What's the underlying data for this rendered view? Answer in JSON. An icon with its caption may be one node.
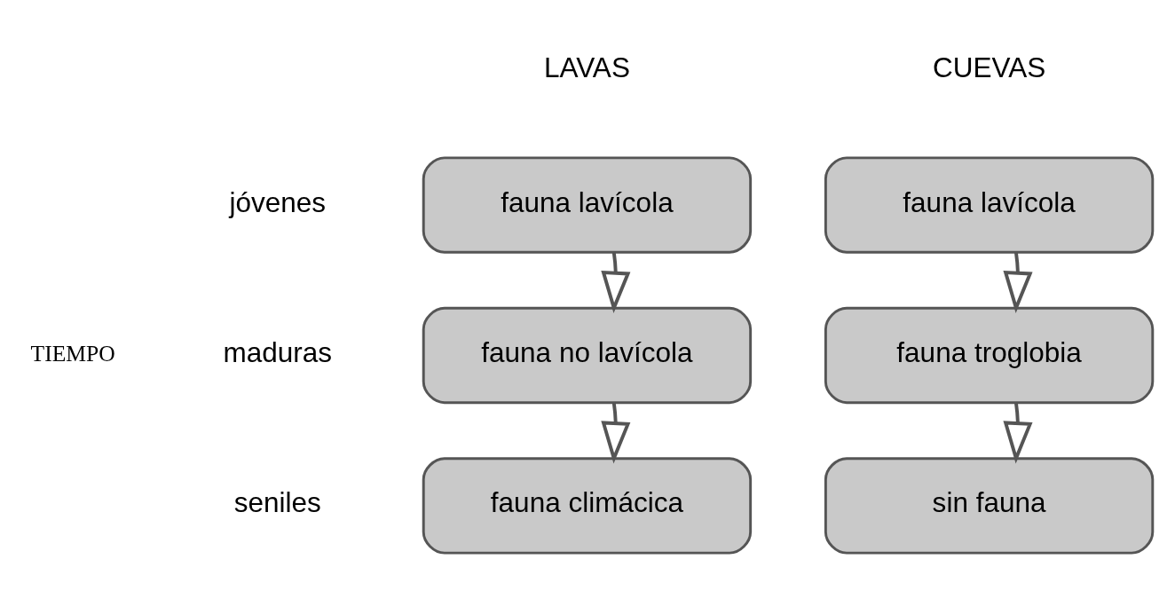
{
  "diagram": {
    "nodes": [
      {
        "text": [
          "fauna lavícola"
        ]
      },
      {
        "text": [
          "fauna lavícola"
        ]
      },
      {
        "text": [
          "fauna no lavícola"
        ]
      },
      {
        "text": [
          "fauna troglobia"
        ]
      },
      {
        "text": [
          "fauna climácica"
        ]
      },
      {
        "text": [
          "sin fauna"
        ]
      }
    ],
    "edges": [
      {
        "from": 0,
        "to": 2,
        "arrow": "to"
      },
      {
        "from": 2,
        "to": 4,
        "arrow": "to"
      },
      {
        "from": 1,
        "to": 3,
        "arrow": "to"
      },
      {
        "from": 3,
        "to": 5,
        "arrow": "to"
      }
    ],
    "labels": [
      "LAVAS",
      "CUEVAS",
      "jóvenes",
      "maduras",
      "seniles",
      "TIEMPO"
    ]
  }
}
